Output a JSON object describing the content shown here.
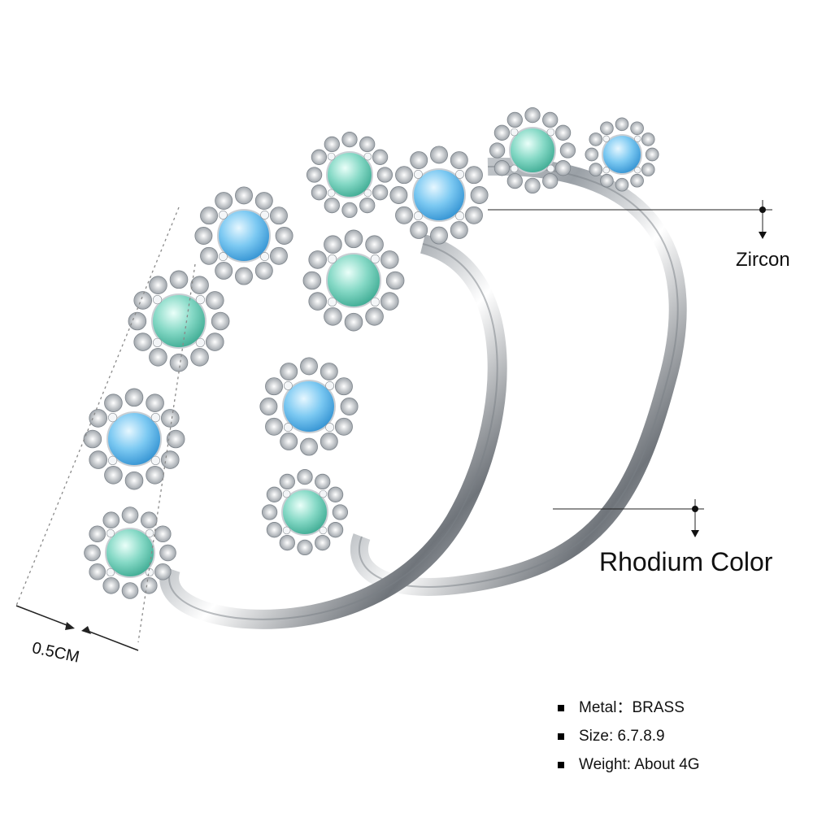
{
  "annotations": {
    "zircon": "Zircon",
    "rhodium": "Rhodium Color",
    "band_width": "0.5CM"
  },
  "specs": [
    {
      "text": "Metal：BRASS"
    },
    {
      "text": "Size: 6.7.8.9"
    },
    {
      "text": "Weight: About 4G"
    }
  ],
  "colors": {
    "silver_dark": "#6f747a",
    "silver_light": "#f2f4f6",
    "opal_blue": "#6cc4f0",
    "opal_green": "#7fd6c2",
    "zircon_white": "#d9dde2"
  }
}
